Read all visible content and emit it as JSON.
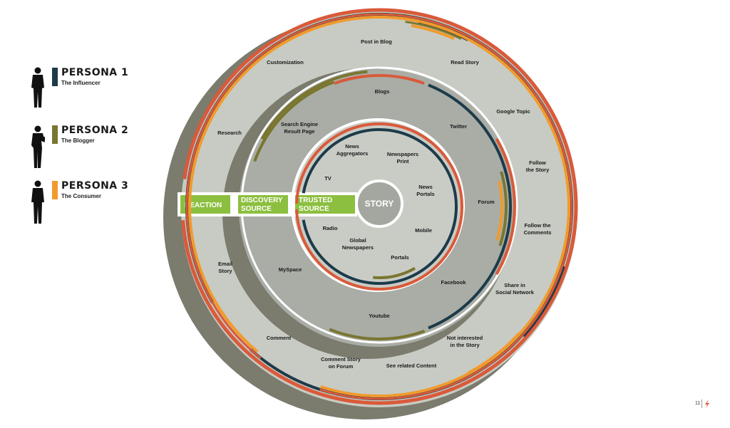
{
  "personas": [
    {
      "title": "PERSONA 1",
      "subtitle": "The Influencer",
      "color": "#1c3b4a"
    },
    {
      "title": "PERSONA 2",
      "subtitle": "The Blogger",
      "color": "#7a7630"
    },
    {
      "title": "PERSONA 3",
      "subtitle": "The Consumer",
      "color": "#f19a2c"
    }
  ],
  "center": {
    "label": "STORY"
  },
  "ring_tags": {
    "trusted": [
      "TRUSTED",
      "SOURCE"
    ],
    "discovery": [
      "DISCOVERY",
      "SOURCE"
    ],
    "reaction": [
      "REACTION"
    ]
  },
  "inner_labels": [
    [
      "News",
      "Aggregators"
    ],
    [
      "Newspapers",
      "Print"
    ],
    [
      "TV"
    ],
    [
      "News",
      "Portals"
    ],
    [
      "Mobile"
    ],
    [
      "Radio"
    ],
    [
      "Global",
      "Newspapers"
    ],
    [
      "Portals"
    ]
  ],
  "middle_labels": [
    [
      "Blogs"
    ],
    [
      "Search Engine",
      "Result Page"
    ],
    [
      "Twitter"
    ],
    [
      "Forum"
    ],
    [
      "Facebook"
    ],
    [
      "MySpace"
    ],
    [
      "Youtube"
    ]
  ],
  "outer_labels": [
    [
      "Post in Blog"
    ],
    [
      "Customization"
    ],
    [
      "Read Story"
    ],
    [
      "Google Topic"
    ],
    [
      "Research"
    ],
    [
      "Follow",
      "the Story"
    ],
    [
      "Follow the",
      "Comments"
    ],
    [
      "Email",
      "Story"
    ],
    [
      "Share in",
      "Social Network"
    ],
    [
      "Comment"
    ],
    [
      "Not interested",
      "in the Story"
    ],
    [
      "Comment Story",
      "on Forum"
    ],
    [
      "See related Content"
    ]
  ],
  "colors": {
    "red": "#d95a3a",
    "navy": "#1c3b4a",
    "olive": "#7a7630",
    "orange": "#f19a2c",
    "green": "#8cbf3f",
    "ring_outer": "#c8cbc3",
    "ring_middle": "#a9ada6",
    "ring_inner": "#c9ccc5",
    "center": "#a4a7a0",
    "shadow": "#7b7b6e"
  },
  "page_number": "11"
}
